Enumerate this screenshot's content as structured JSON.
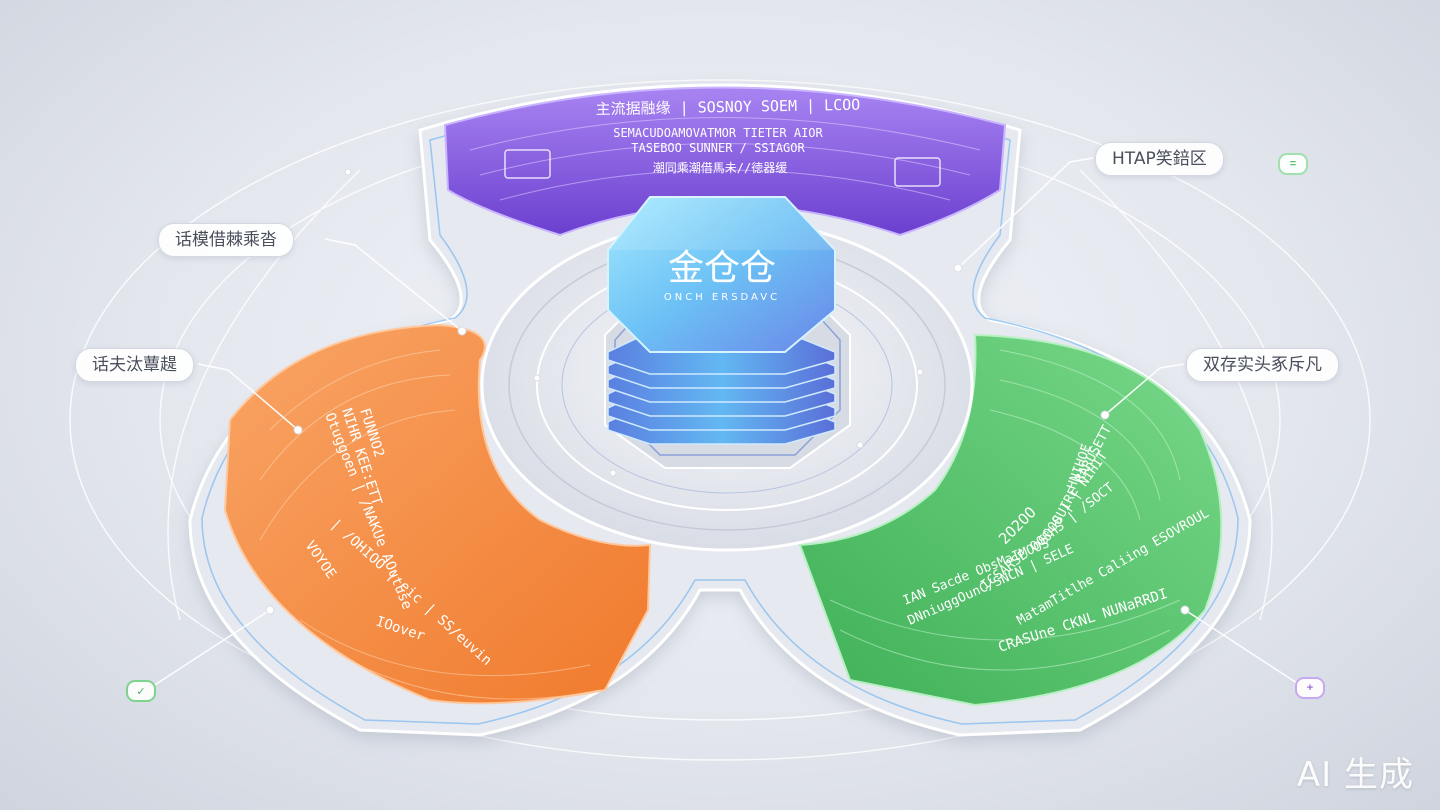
{
  "center": {
    "title": "金仓仓",
    "subtitle": "ONCH ERSDAVC"
  },
  "segments": {
    "top": {
      "lines": [
        "主流据融缘 | SOSNOY SOEM | LCOO",
        "SEMACUDOAMOVATMOR TIETER AIOR",
        "TASEBOO SUNNER / SSIAGOR",
        "潮同乘潮借馬未//徳器缓"
      ],
      "color": "#8a5ce6"
    },
    "left": {
      "lines": [
        "FUNNO2",
        "NIHR KEE:ETT",
        "Otuggoen | /NAKUe AOutuse",
        "| /OHIOO | eic | SS/euvin",
        "VOYOE",
        "IOover"
      ],
      "color": "#f28a3f"
    },
    "right": {
      "lines": [
        "HNIHOE",
        "SUIRE RARUSETT",
        "S0OO | | NIHIT",
        "2O2OO",
        "ICSARSE OOSHS | /SOCT",
        "IAN Sacde ObsMaIMOOS",
        "DNniuggOunC/SNCN | SELE",
        "MatamTitlhe Caliing ESOVROUL",
        "CRASUne CKNL NUNaRRDI"
      ],
      "color": "#4fc069"
    }
  },
  "callouts": {
    "top_left": "话模借棘乘沓",
    "mid_left": "话夫汰蕈趧",
    "top_right": "HTAP笑錇区",
    "mid_right": "双存实头豖斥凡"
  },
  "icons": {
    "left_bottom": "check-icon",
    "right_top": "equal-icon",
    "right_bottom": "plus-icon"
  },
  "watermark": "AI 生成"
}
